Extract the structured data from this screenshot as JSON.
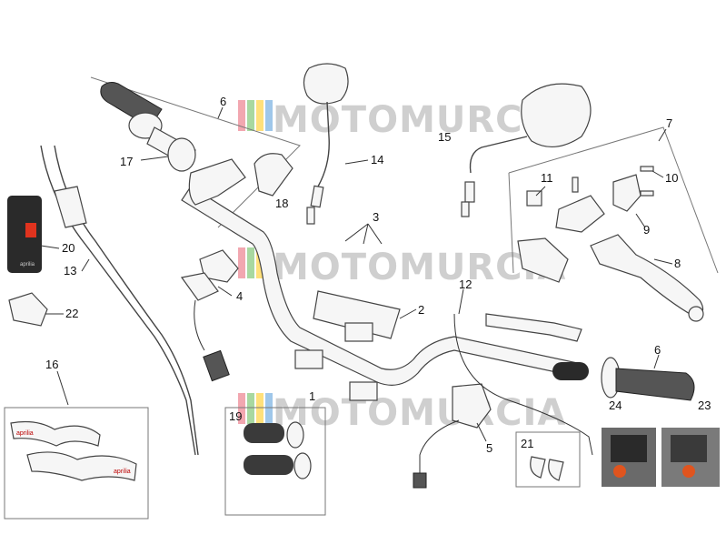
{
  "watermark": {
    "text": "MOTOMURCIA",
    "colors": [
      "#f2a7b0",
      "#a8d8a0",
      "#ffe07a",
      "#9fc7ea"
    ]
  },
  "labels": {
    "l1": "1",
    "l2": "2",
    "l3": "3",
    "l4": "4",
    "l5": "5",
    "l6a": "6",
    "l6b": "6",
    "l7": "7",
    "l8": "8",
    "l9": "9",
    "l10": "10",
    "l11": "11",
    "l12": "12",
    "l13": "13",
    "l14": "14",
    "l15": "15",
    "l16": "16",
    "l17": "17",
    "l18": "18",
    "l19": "19",
    "l20": "20",
    "l21": "21",
    "l22": "22",
    "l23": "23",
    "l24": "24"
  },
  "guard_brand": "aprilia"
}
